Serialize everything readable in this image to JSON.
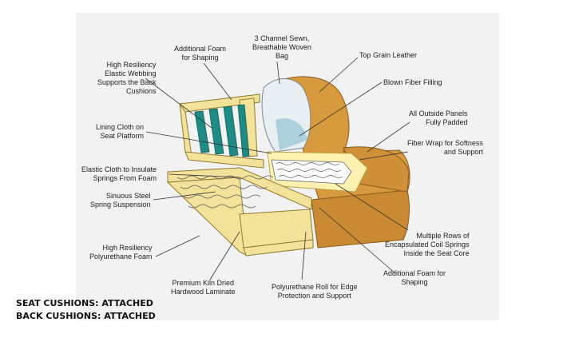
{
  "labels": {
    "additional_foam_shaping_top": [
      "Additional Foam",
      "for Shaping"
    ],
    "three_channel_bag": [
      "3 Channel Sewn,",
      "Breathable Woven",
      "Bag"
    ],
    "top_grain_leather": [
      "Top Grain Leather"
    ],
    "blown_fiber": [
      "Blown Fiber Filling"
    ],
    "outside_panels": [
      "All Outside Panels",
      "Fully Padded"
    ],
    "fiber_wrap": [
      "Fiber Wrap for Softness",
      "and Support"
    ],
    "elastic_webbing": [
      "High Resiliency",
      "Elastic Webbing",
      "Supports the Back",
      "Cushions"
    ],
    "lining_cloth": [
      "Lining Cloth on",
      "Seat Platform"
    ],
    "elastic_cloth": [
      "Elastic Cloth to Insulate",
      "Springs From Foam"
    ],
    "sinuous_steel": [
      "Sinuous Steel",
      "Spring Suspension"
    ],
    "hr_foam": [
      "High Resiliency",
      "Polyurethane Foam"
    ],
    "coil_springs": [
      "Multiple Rows of",
      "Encapsulated Coil Springs",
      "Inside the Seat Core"
    ],
    "additional_foam_shaping_bottom": [
      "Additional Foam for",
      "Shaping"
    ],
    "kiln_dried": [
      "Premium Kiln Dried",
      "Hardwood Laminate"
    ],
    "poly_roll": [
      "Polyurethane Roll for Edge",
      "Protection and Support"
    ]
  },
  "footer": {
    "seat": "SEAT CUSHIONS: ATTACHED",
    "back": "BACK CUSHIONS: ATTACHED"
  },
  "colors": {
    "leather": "#d79a3c",
    "leather_dark": "#b9792a",
    "wood": "#f2e29a",
    "webbing": "#1e8c84",
    "fiber": "#e8eef2",
    "foam": "#fff2b0"
  }
}
